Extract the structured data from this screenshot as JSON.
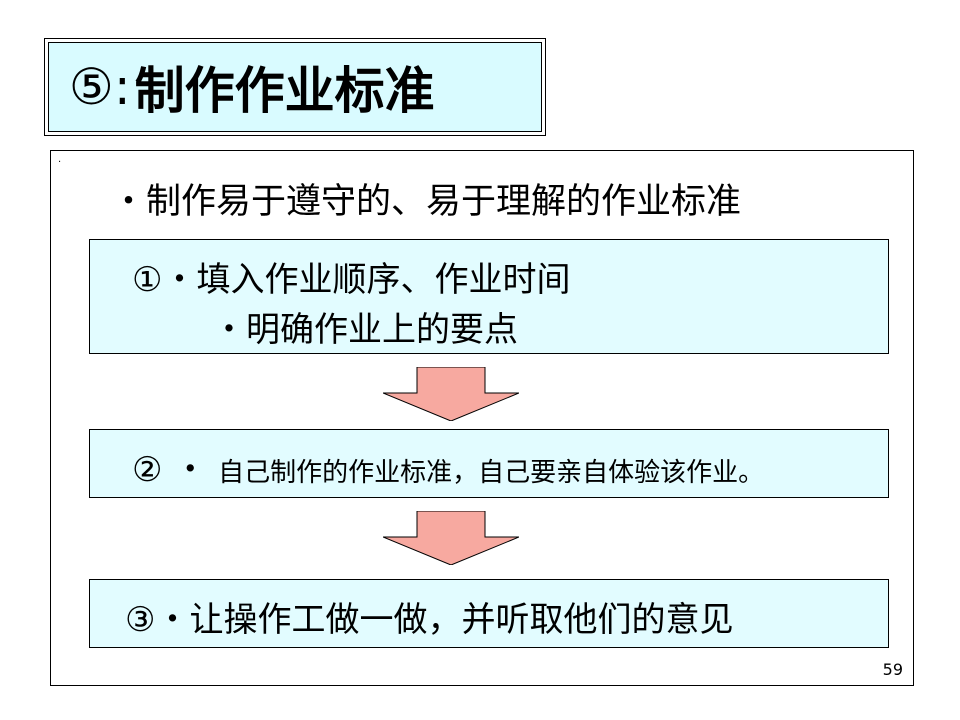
{
  "title": {
    "number": "⑤:",
    "text": "制作作业标准"
  },
  "frame_mark": ".",
  "subtitle": "・制作易于遵守的、易于理解的作业标准",
  "steps": [
    {
      "line1": "①・填入作业顺序、作业时间",
      "line2": "・明确作业上的要点"
    },
    {
      "prefix": "② ・",
      "line1": "自己制作的作业标准，自己要亲自体验该作业。"
    },
    {
      "line1": "③・让操作工做一做，并听取他们的意见"
    }
  ],
  "page_number": "59",
  "colors": {
    "title_bg": "#d9fbff",
    "box_bg": "#e2fcff",
    "arrow_fill": "#f7a9a0",
    "border": "#000000"
  },
  "icons": [
    "down-arrow-icon",
    "down-arrow-icon"
  ]
}
